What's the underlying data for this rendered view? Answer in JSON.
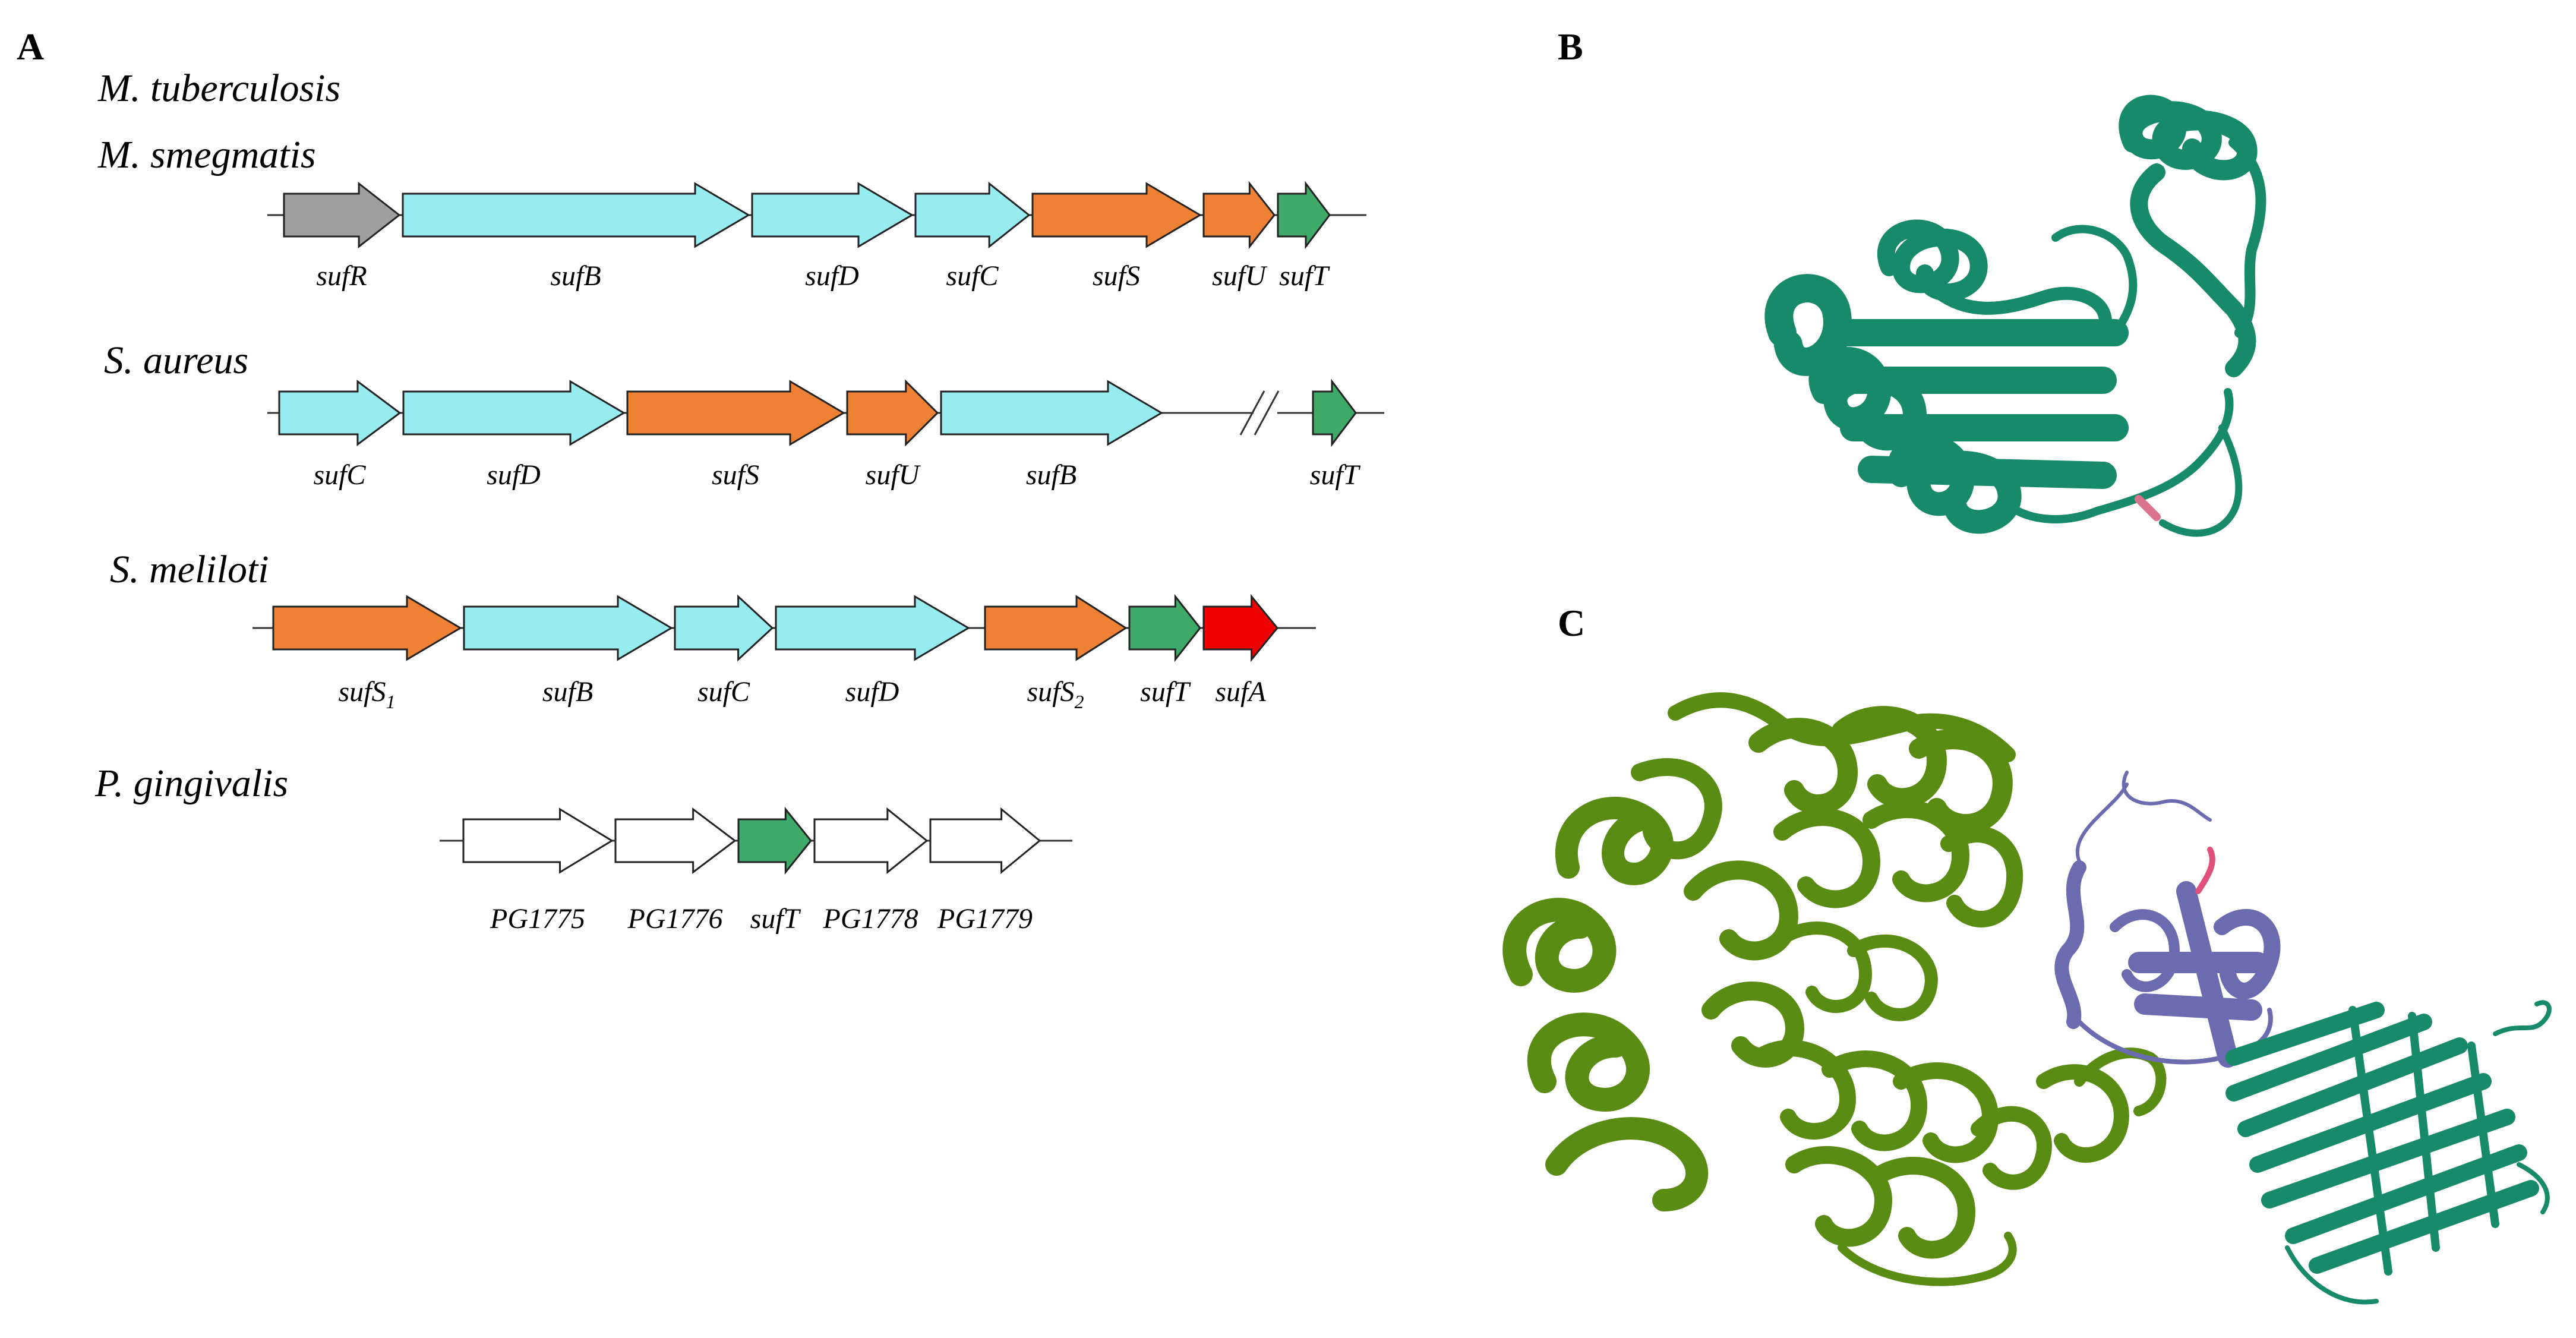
{
  "panels": {
    "a": "A",
    "b": "B",
    "c": "C"
  },
  "colors": {
    "sufR": "#9e9e9e",
    "suf_bcd": "#96ecee",
    "suf_su": "#ee8133",
    "sufT": "#3fa96a",
    "sufA": "#f00000",
    "other": "#ffffff",
    "protein_b": "#178a6a",
    "protein_c_left": "#5a8c14",
    "protein_c_mid": "#6b6bb0",
    "protein_c_right": "#178a6a",
    "highlight": "#e0507a"
  },
  "operons": [
    {
      "organism": "M. tuberculosis",
      "label_only": true
    },
    {
      "organism": "M. smegmatis",
      "genes": [
        {
          "label": "sufR",
          "sub": "",
          "type": "sufR"
        },
        {
          "label": "sufB",
          "sub": "",
          "type": "suf_bcd"
        },
        {
          "label": "sufD",
          "sub": "",
          "type": "suf_bcd"
        },
        {
          "label": "sufC",
          "sub": "",
          "type": "suf_bcd"
        },
        {
          "label": "sufS",
          "sub": "",
          "type": "suf_su"
        },
        {
          "label": "sufU",
          "sub": "",
          "type": "suf_su"
        },
        {
          "label": "sufT",
          "sub": "",
          "type": "sufT"
        }
      ]
    },
    {
      "organism": "S. aureus",
      "genes": [
        {
          "label": "sufC",
          "sub": "",
          "type": "suf_bcd"
        },
        {
          "label": "sufD",
          "sub": "",
          "type": "suf_bcd"
        },
        {
          "label": "sufS",
          "sub": "",
          "type": "suf_su"
        },
        {
          "label": "sufU",
          "sub": "",
          "type": "suf_su"
        },
        {
          "label": "sufB",
          "sub": "",
          "type": "suf_bcd"
        },
        {
          "label": "sufT",
          "sub": "",
          "type": "sufT"
        }
      ]
    },
    {
      "organism": "S. meliloti",
      "genes": [
        {
          "label": "sufS",
          "sub": "1",
          "type": "suf_su"
        },
        {
          "label": "sufB",
          "sub": "",
          "type": "suf_bcd"
        },
        {
          "label": "sufC",
          "sub": "",
          "type": "suf_bcd"
        },
        {
          "label": "sufD",
          "sub": "",
          "type": "suf_bcd"
        },
        {
          "label": "sufS",
          "sub": "2",
          "type": "suf_su"
        },
        {
          "label": "sufT",
          "sub": "",
          "type": "sufT"
        },
        {
          "label": "sufA",
          "sub": "",
          "type": "sufA"
        }
      ]
    },
    {
      "organism": "P. gingivalis",
      "genes": [
        {
          "label": "PG1775",
          "sub": "",
          "type": "other"
        },
        {
          "label": "PG1776",
          "sub": "",
          "type": "other"
        },
        {
          "label": "sufT",
          "sub": "",
          "type": "sufT"
        },
        {
          "label": "PG1778",
          "sub": "",
          "type": "other"
        },
        {
          "label": "PG1779",
          "sub": "",
          "type": "other"
        }
      ]
    }
  ]
}
